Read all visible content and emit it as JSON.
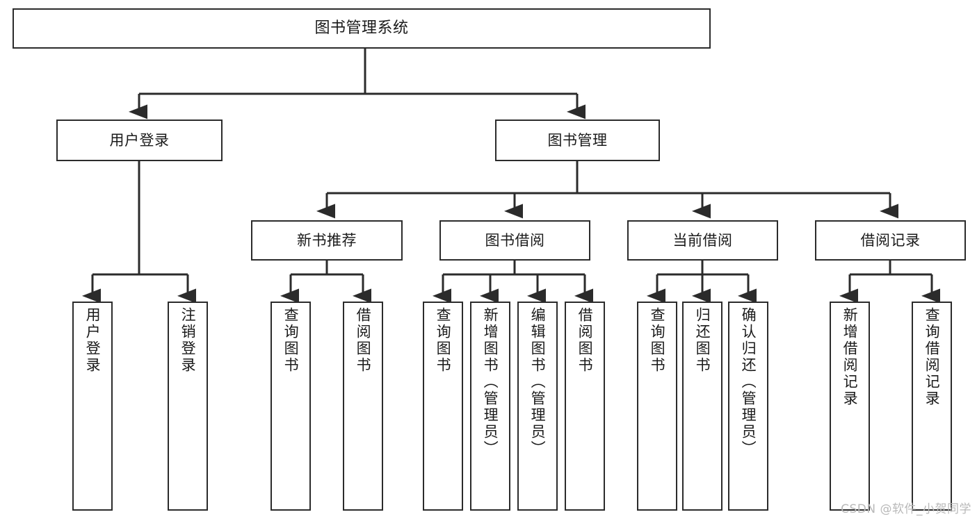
{
  "diagram": {
    "title": "图书管理系统",
    "type": "tree-hierarchy-chart",
    "root": {
      "label": "图书管理系统"
    },
    "level1": [
      {
        "label": "用户登录"
      },
      {
        "label": "图书管理"
      }
    ],
    "level2": [
      {
        "label": "新书推荐"
      },
      {
        "label": "图书借阅"
      },
      {
        "label": "当前借阅"
      },
      {
        "label": "借阅记录"
      }
    ],
    "leaves": {
      "user_login": [
        {
          "label": "用户登录"
        },
        {
          "label": "注销登录"
        }
      ],
      "new_book_recommend": [
        {
          "label": "查询图书"
        },
        {
          "label": "借阅图书"
        }
      ],
      "book_borrow": [
        {
          "label": "查询图书"
        },
        {
          "label": "新增图书（管理员）"
        },
        {
          "label": "编辑图书（管理员）"
        },
        {
          "label": "借阅图书"
        }
      ],
      "current_borrow": [
        {
          "label": "查询图书"
        },
        {
          "label": "归还图书"
        },
        {
          "label": "确认归还（管理员）"
        }
      ],
      "borrow_record": [
        {
          "label": "新增借阅记录"
        },
        {
          "label": "查询借阅记录"
        }
      ]
    }
  },
  "watermark": {
    "text": "CSDN @软件_小贺同学"
  },
  "colors": {
    "stroke": "#2b2b2b",
    "fill": "#ffffff",
    "text": "#1a1a1a",
    "watermark": "#b9b9b9"
  }
}
